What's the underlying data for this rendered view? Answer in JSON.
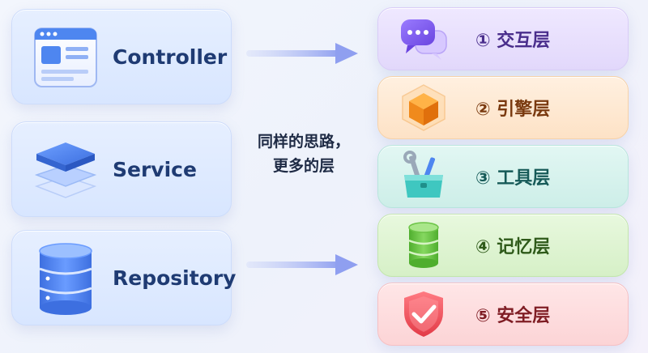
{
  "left": {
    "items": [
      {
        "label": "Controller",
        "icon": "browser-window-icon"
      },
      {
        "label": "Service",
        "icon": "layers-stack-icon"
      },
      {
        "label": "Repository",
        "icon": "database-icon"
      }
    ]
  },
  "middle": {
    "line1": "同样的思路，",
    "line2": "更多的层"
  },
  "right": {
    "items": [
      {
        "label": "① 交互层",
        "icon": "chat-bubbles-icon"
      },
      {
        "label": "② 引擎层",
        "icon": "cube-icon"
      },
      {
        "label": "③ 工具层",
        "icon": "toolbox-icon"
      },
      {
        "label": "④ 记忆层",
        "icon": "database-icon"
      },
      {
        "label": "⑤ 安全层",
        "icon": "shield-check-icon"
      }
    ]
  },
  "colors": {
    "arrow": "#8f9ff0",
    "left_text": "#1f3b73"
  }
}
